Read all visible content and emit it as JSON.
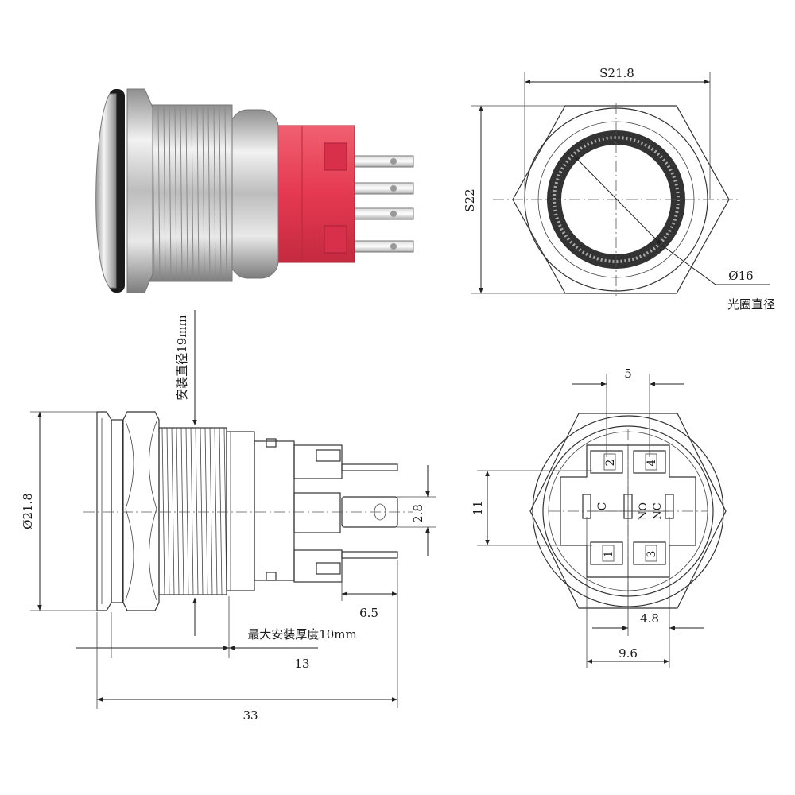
{
  "front_view": {
    "across_flats": "S21.8",
    "across_corners": "S22",
    "ring_diameter": "Ø16",
    "ring_note": "光圈直径"
  },
  "side_view": {
    "mount_diameter": "安装直径19mm",
    "head_diameter": "Ø21.8",
    "terminal_width": "2.8",
    "terminal_length": "6.5",
    "max_panel_thickness": "最大安装厚度10mm",
    "thread_length": "13",
    "total_length": "33"
  },
  "back_view": {
    "top_spacing": "5",
    "side_spacing": "11",
    "inner_spacing": "4.8",
    "outer_spacing": "9.6",
    "terminals": [
      "2",
      "4",
      "1",
      "3"
    ],
    "contact_labels": [
      "C",
      "NO",
      "NC"
    ]
  },
  "colors": {
    "housing": "#e53950",
    "metal": "#c8c8c8",
    "seal": "#1a1a1a",
    "line": "#333333"
  }
}
